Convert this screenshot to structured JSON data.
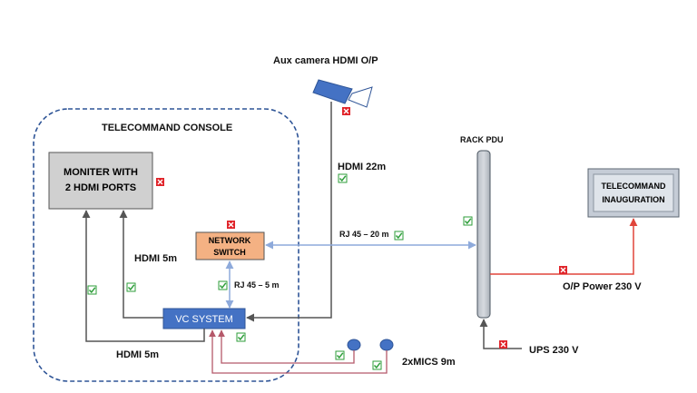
{
  "labels": {
    "aux_camera": "Aux camera HDMI O/P",
    "console_title": "TELECOMMAND CONSOLE",
    "rack_pdu": "RACK PDU",
    "hdmi_22m": "HDMI 22m",
    "hdmi_5m_upper": "HDMI 5m",
    "hdmi_5m_lower": "HDMI 5m",
    "rj45_20m": "RJ 45 – 20 m",
    "rj45_5m": "RJ 45 – 5 m",
    "op_power": "O/P Power 230 V",
    "ups": "UPS 230 V",
    "mics": "2xMICS 9m"
  },
  "boxes": {
    "monitor_line1": "MONITER WITH",
    "monitor_line2": "2 HDMI PORTS",
    "network_line1": "NETWORK",
    "network_line2": "SWITCH",
    "vc_system": "VC SYSTEM",
    "inaug_line1": "TELECOMMAND",
    "inaug_line2": "INAUGURATION"
  },
  "colors": {
    "dark_line": "#555555",
    "blue_link": "#8eaadb",
    "red_power": "#e0453a",
    "mic_cable": "#b5596a",
    "vc_fill": "#4472c4",
    "switch_fill": "#f4b183",
    "check_green": "#2e9e3a",
    "cross_red": "#e0242a",
    "console_border": "#2f5597"
  }
}
